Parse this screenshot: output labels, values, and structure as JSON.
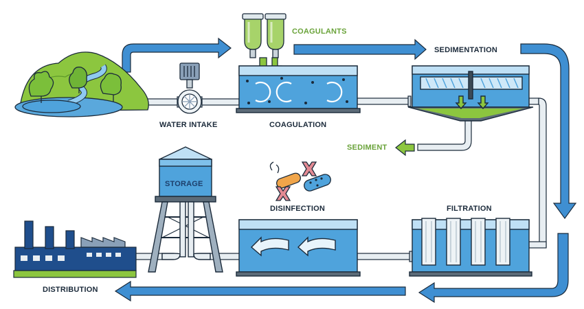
{
  "labels": {
    "coagulants": "COAGULANTS",
    "sedimentation": "SEDIMENTATION",
    "water_intake": "WATER INTAKE",
    "coagulation": "COAGULATION",
    "sediment": "SEDIMENT",
    "storage": "STORAGE",
    "disinfection": "DISINFECTION",
    "filtration": "FILTRATION",
    "distribution": "DISTRIBUTION"
  },
  "colors": {
    "flow_arrow": "#3f8fd2",
    "water": "#4fa3dc",
    "water_light": "#bfe0f5",
    "chemical": "#8cc63f",
    "label_accent": "#6aa33a",
    "hill": "#8cc63f",
    "factory": "#1f4e8c",
    "outline": "#1b2a3a"
  },
  "icons": [
    "hill-landscape",
    "intake-pump-icon",
    "coagulant-flask-icon",
    "factory-icon",
    "water-tower-icon",
    "bacteria-icon"
  ]
}
